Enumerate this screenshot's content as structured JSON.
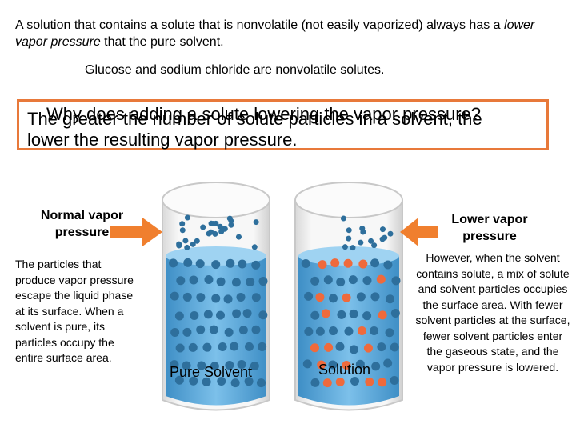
{
  "intro": {
    "prefix": "A solution that contains a solute that is nonvolatile (not easily vaporized) always has a ",
    "emphasis": "lower vapor pressure",
    "suffix": " that the pure solvent."
  },
  "note": "Glucose and sodium chloride are nonvolatile solutes.",
  "callout": {
    "question": "Why does adding a solute lowering the vapor pressure?",
    "answer_line1": "The greater the number of solute particles in a solvent, the",
    "answer_line2": "lower the resulting vapor pressure.",
    "border_color": "#e8793a"
  },
  "labels": {
    "normal": "Normal vapor pressure",
    "lower": "Lower vapor pressure"
  },
  "descriptions": {
    "left": "The particles that produce vapor pressure escape the liquid phase at its surface.  When a solvent is pure, its particles occupy the entire surface area.",
    "right": "However, when the solvent contains solute, a mix of solute and solvent particles occupies the surface area.  With fewer solvent particles at the surface, fewer solvent particles enter the gaseous state, and the vapor pressure is lowered."
  },
  "captions": {
    "pure": "Pure Solvent",
    "solution": "Solution"
  },
  "colors": {
    "arrow": "#f07f2e",
    "solvent_particle": "#2e6f9c",
    "solute_particle": "#ef6a3c",
    "liquid": "#5aa8dc"
  }
}
